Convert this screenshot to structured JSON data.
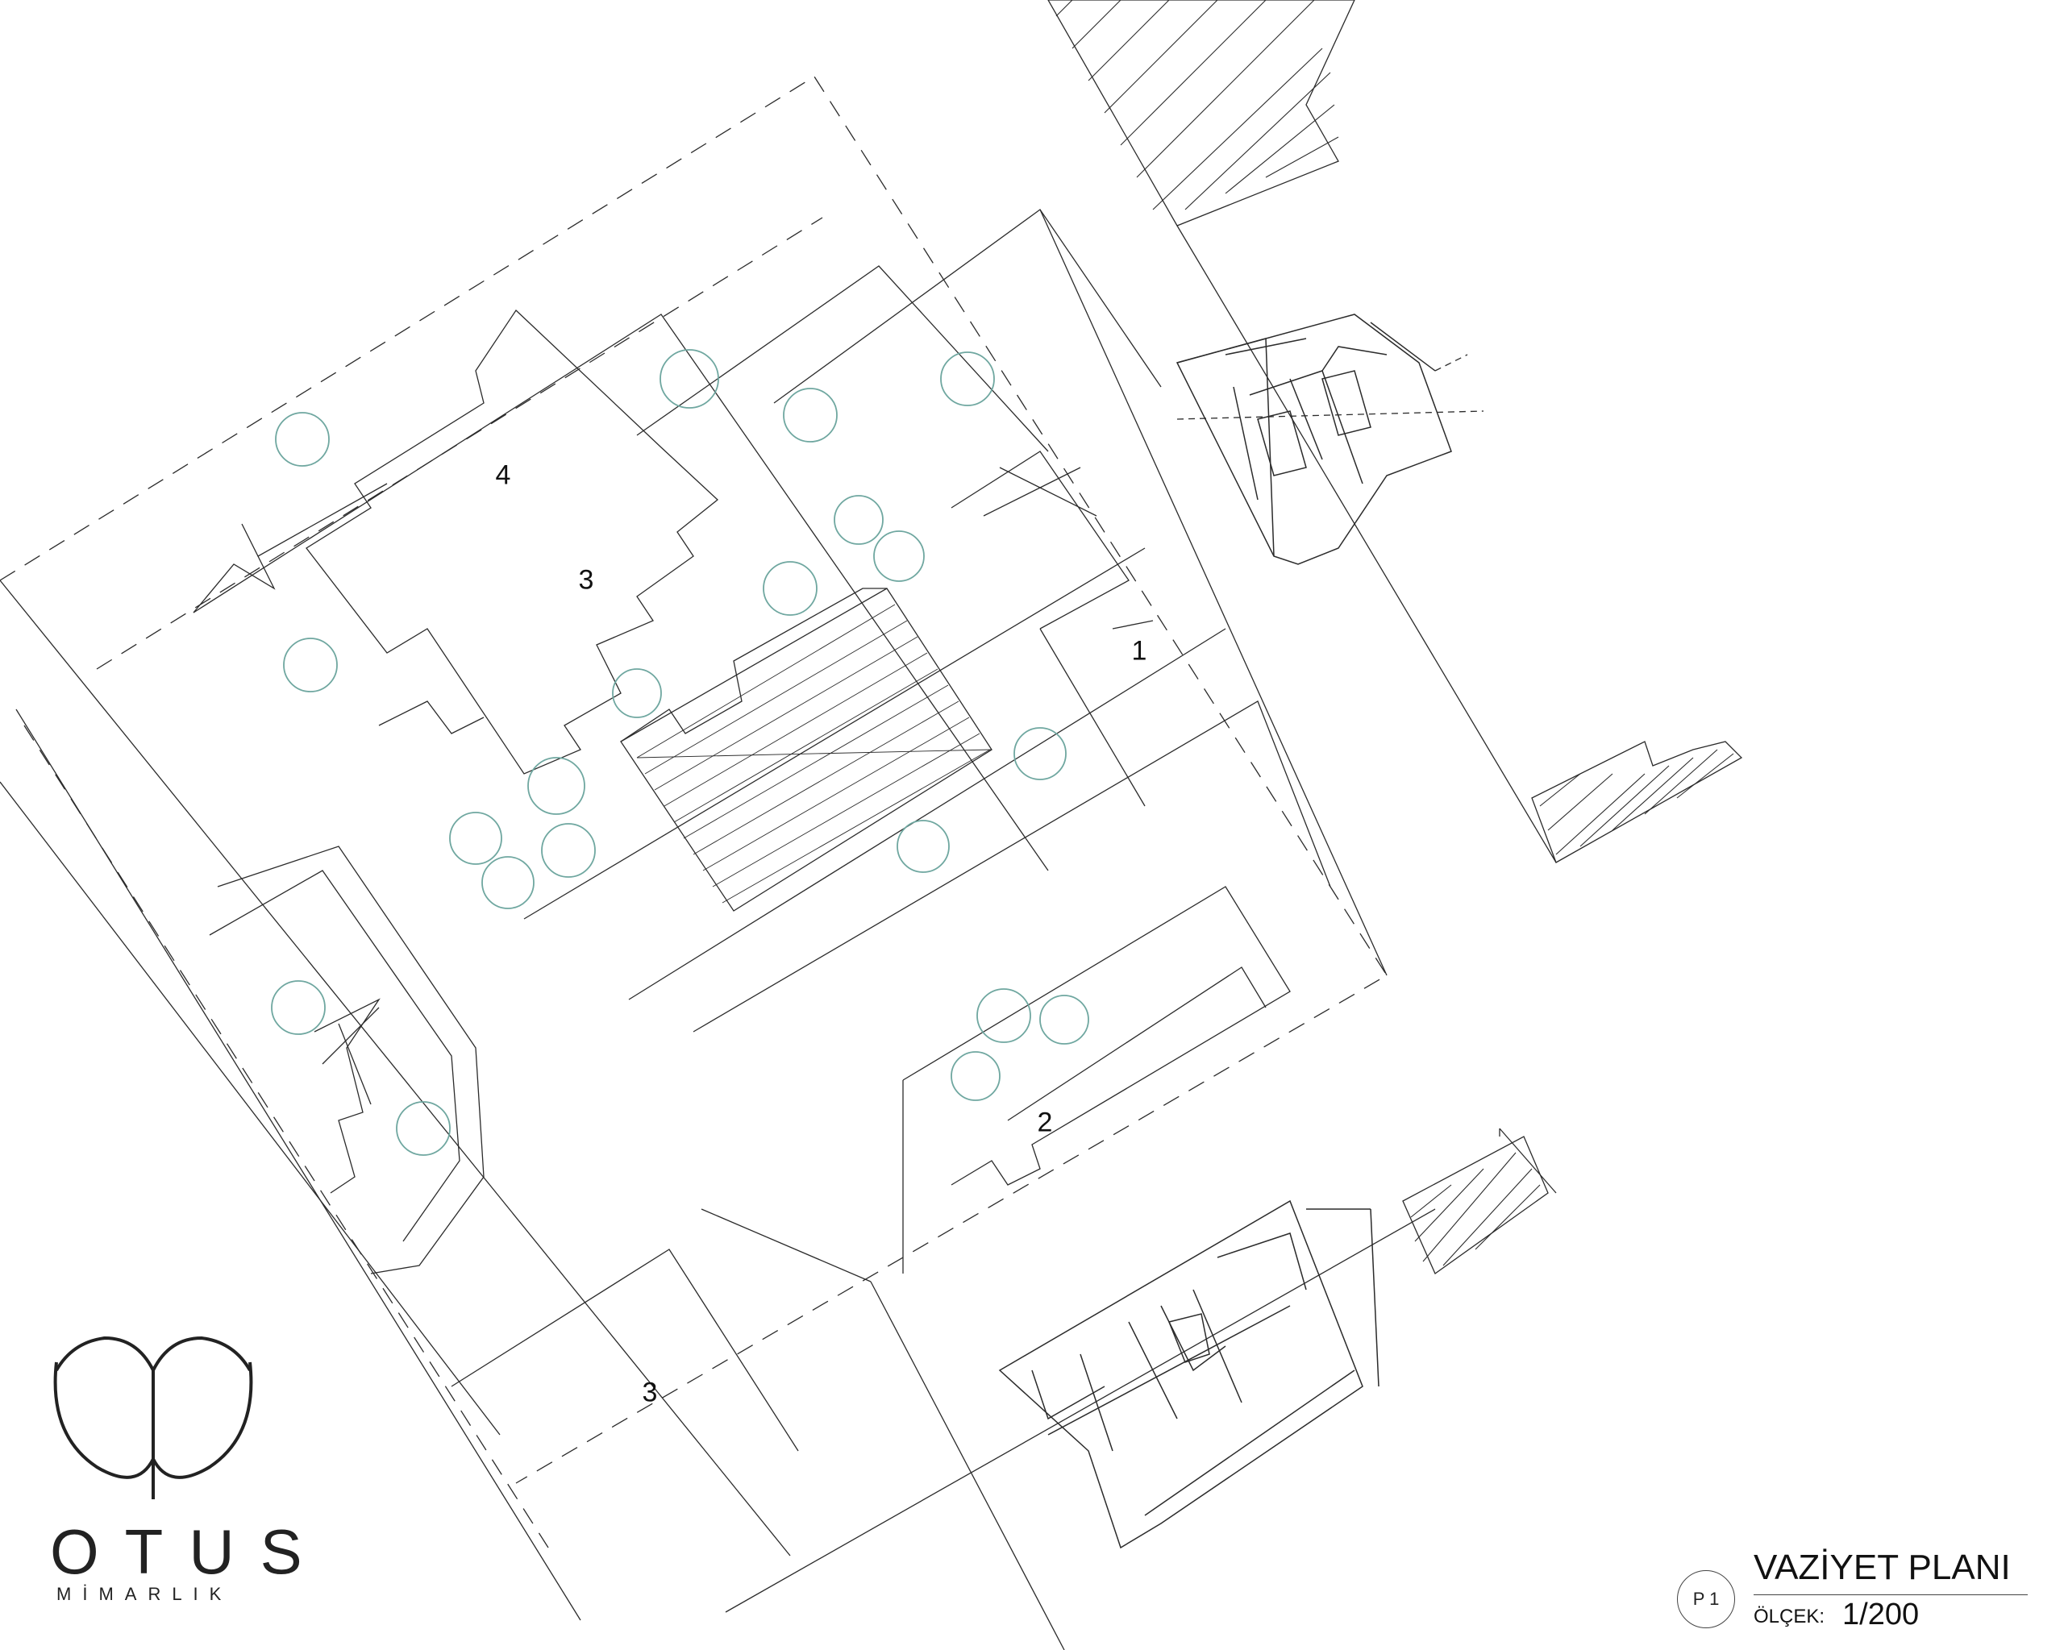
{
  "plan_labels": [
    {
      "text": "4"
    },
    {
      "text": "3"
    },
    {
      "text": "1"
    },
    {
      "text": "2"
    },
    {
      "text": "3"
    }
  ],
  "logo": {
    "name": "OTUS",
    "subtitle": "MİMARLIK"
  },
  "title_block": {
    "sheet_no": "P 1",
    "title": "VAZİYET PLANI",
    "scale_label": "ÖLÇEK:",
    "scale_value": "1/200"
  },
  "colors": {
    "line": "#2b2b2b",
    "tree": "#6fa7a0",
    "background": "#ffffff"
  }
}
